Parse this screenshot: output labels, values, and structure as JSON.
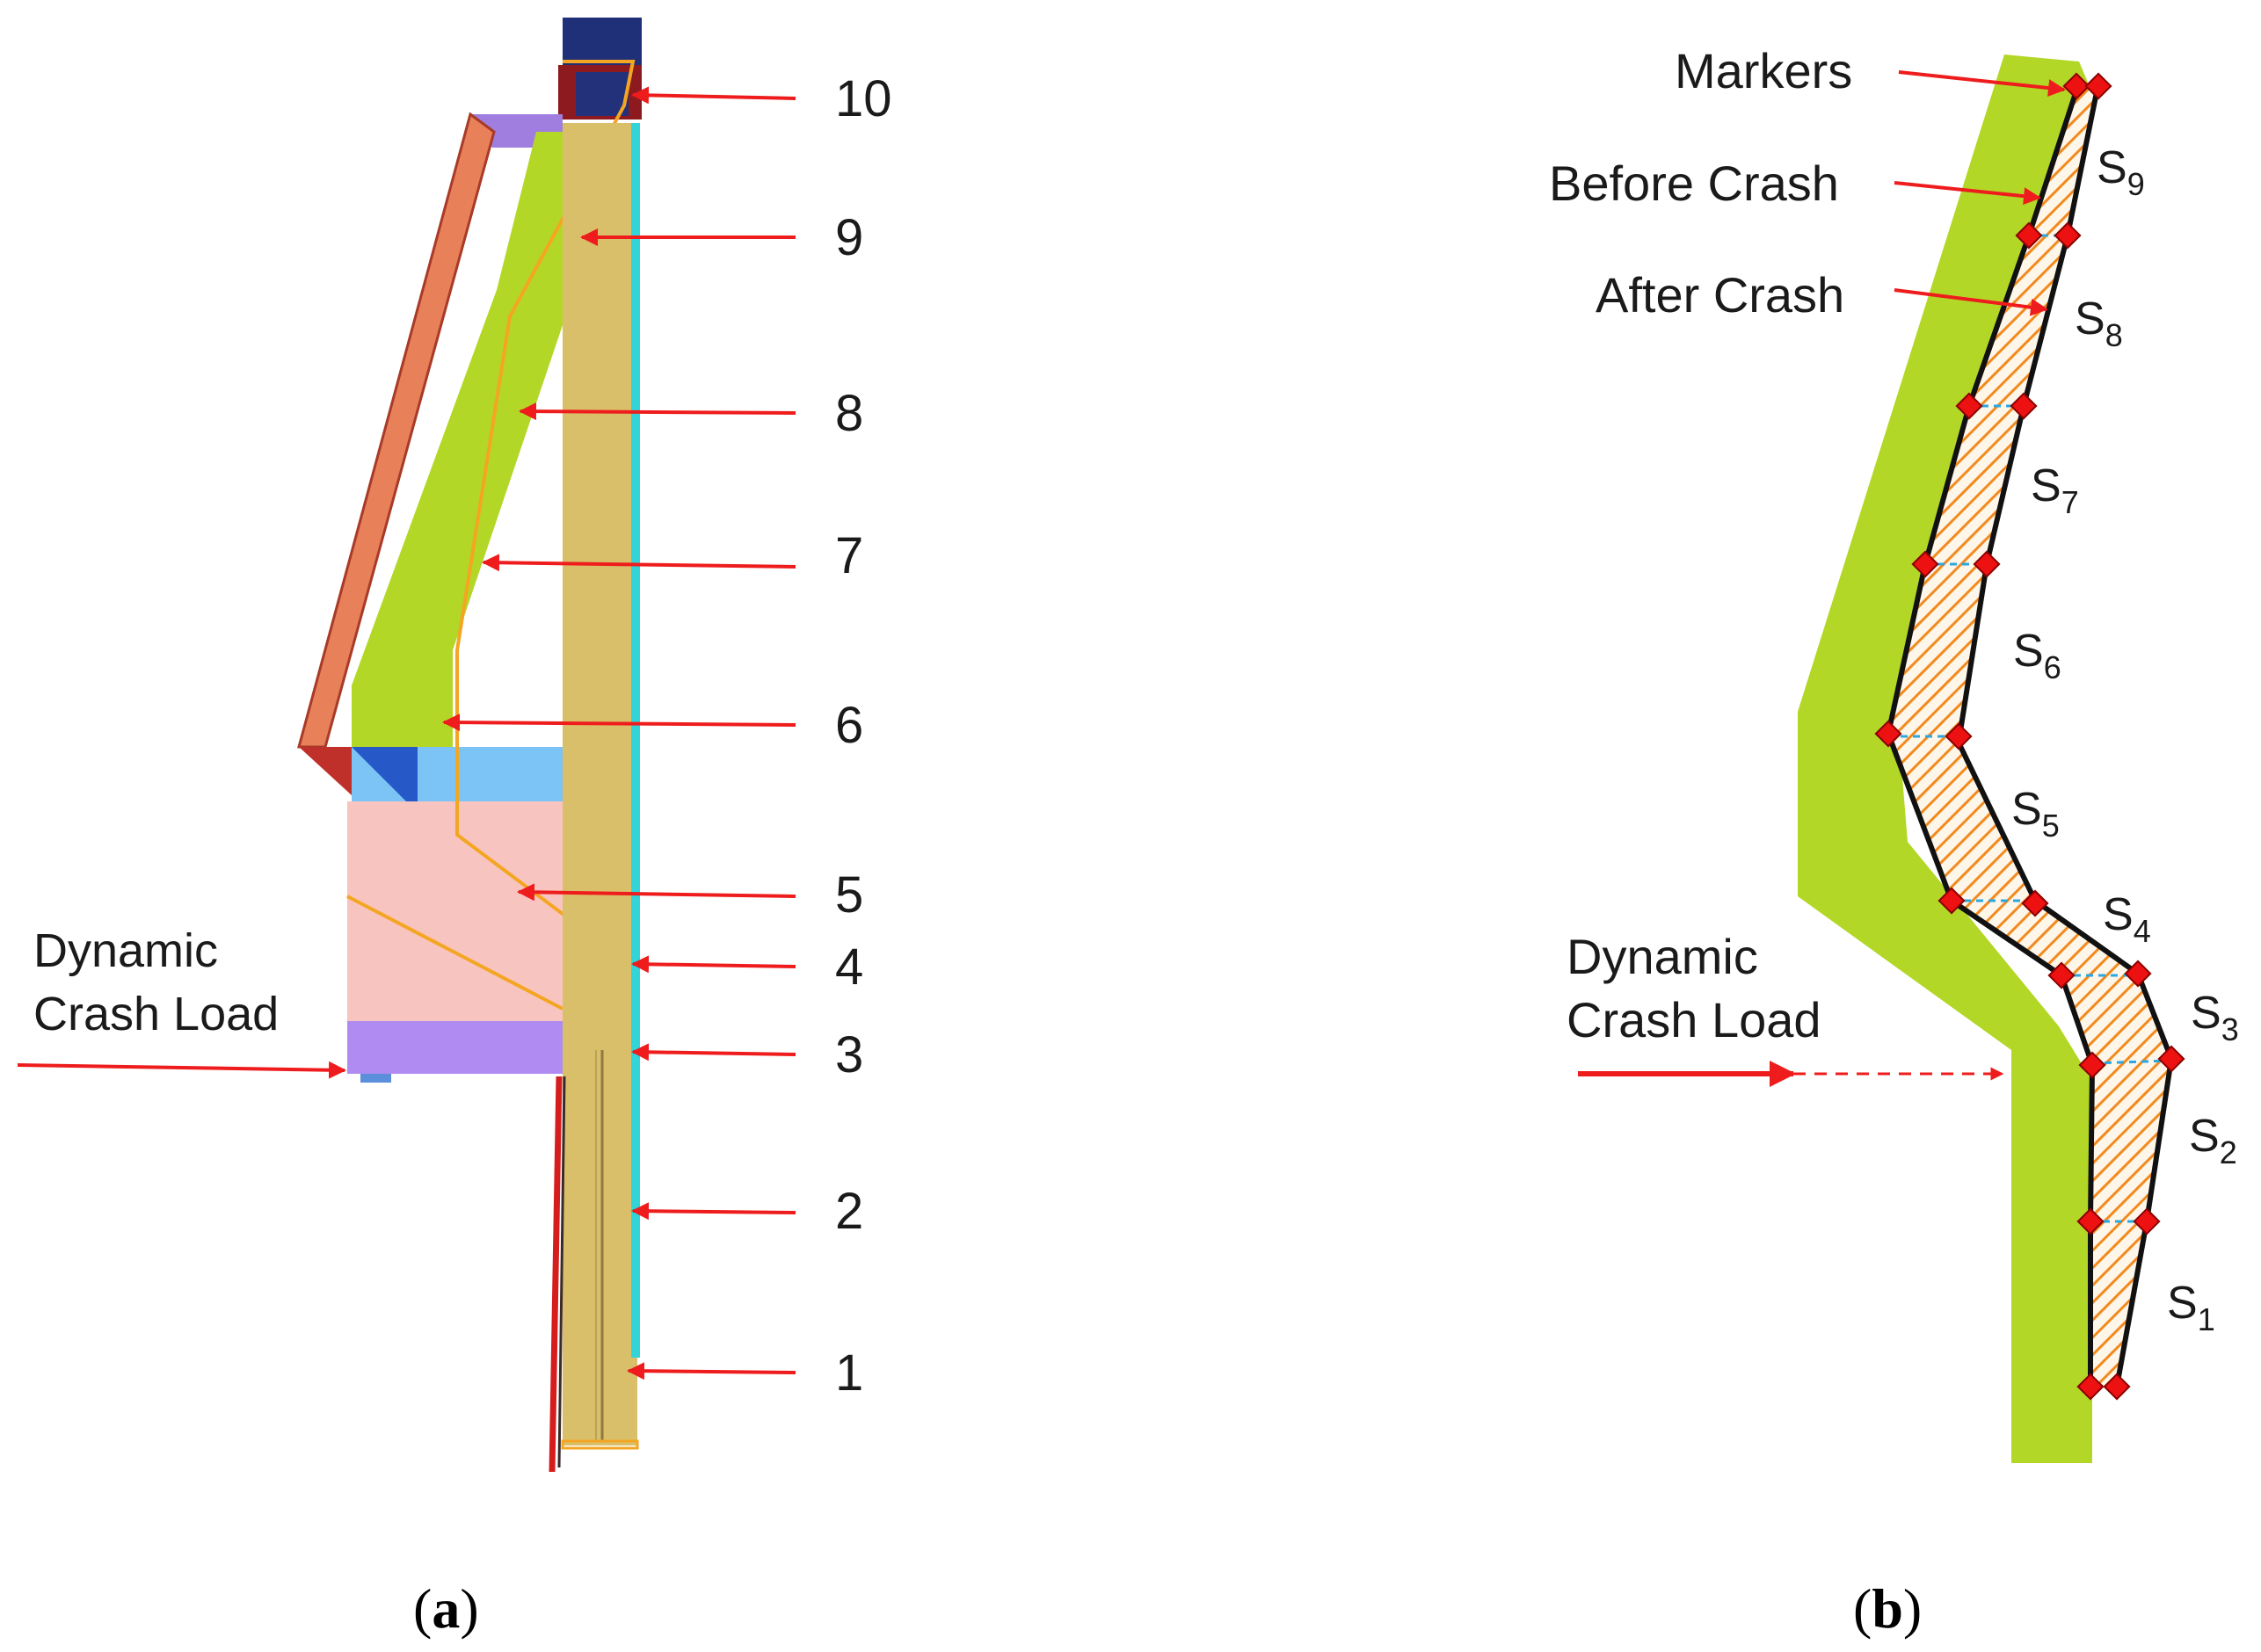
{
  "panel_a": {
    "part_numbers": [
      "10",
      "9",
      "8",
      "7",
      "6",
      "5",
      "4",
      "3",
      "2",
      "1"
    ],
    "load_label_line1": "Dynamic",
    "load_label_line2": "Crash Load",
    "caption_letter": "a"
  },
  "panel_b": {
    "markers_label": "Markers",
    "before_crash_label": "Before Crash",
    "after_crash_label": "After Crash",
    "load_label_line1": "Dynamic",
    "load_label_line2": "Crash Load",
    "segment_letter": "S",
    "segments": [
      "9",
      "8",
      "7",
      "6",
      "5",
      "4",
      "3",
      "2",
      "1"
    ],
    "caption_letter": "b"
  },
  "colors": {
    "arrow": "#ee1c1c",
    "beam_green": "#b3d726",
    "tan": "#d9bf69",
    "marker": "#ee1111",
    "hatch": "#f28a1e"
  }
}
